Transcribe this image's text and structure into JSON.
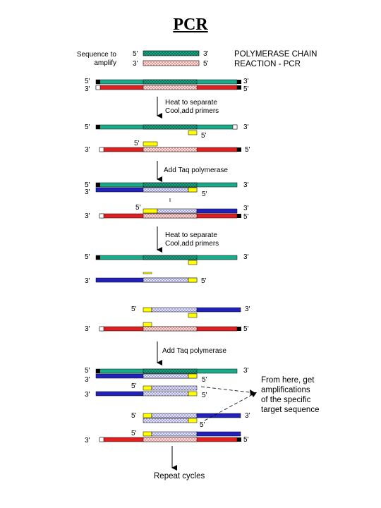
{
  "title": "PCR",
  "header": {
    "sequence_label_1": "Sequence to",
    "sequence_label_2": "amplify",
    "diagram_title_1": "POLYMERASE CHAIN",
    "diagram_title_2": "REACTION - PCR"
  },
  "ends": {
    "five": "5'",
    "three": "3'"
  },
  "steps": {
    "heat_1": "Heat to separate",
    "cool_1": "Cool,add primers",
    "taq_1": "Add Taq polymerase",
    "heat_2": "Heat to separate",
    "cool_2": "Cool,add primers",
    "taq_2": "Add Taq polymerase",
    "repeat": "Repeat cycles"
  },
  "annotation": {
    "line_1": "From here, get",
    "line_2": "amplifications",
    "line_3": "of the specific",
    "line_4": "target sequence"
  },
  "colors": {
    "template_top": "#1aab8a",
    "template_bottom": "#e02020",
    "new_strand": "#2222bb",
    "primer": "#ffff00",
    "end_cap_black": "#000000",
    "end_cap_white": "#ffffff"
  },
  "strand_rows": [
    {
      "id": "orig-top",
      "color": "template_top",
      "left_end": "5'",
      "right_end": "3'"
    },
    {
      "id": "orig-bottom",
      "color": "template_bottom",
      "left_end": "3'",
      "right_end": "5'"
    },
    {
      "id": "sep-top",
      "color": "template_top",
      "left_end": "5'",
      "right_end": "3'"
    },
    {
      "id": "sep-bottom",
      "color": "template_bottom",
      "left_end": "3'",
      "right_end": "5'"
    },
    {
      "id": "ext-top-template",
      "color": "template_top",
      "left_end": "5'",
      "right_end": "3'"
    },
    {
      "id": "ext-top-new",
      "color": "new_strand",
      "left_end": "3'",
      "right_end": "5'"
    },
    {
      "id": "ext-bottom-new",
      "color": "new_strand",
      "left_end": "5'",
      "right_end": "3'"
    },
    {
      "id": "ext-bottom-template",
      "color": "template_bottom",
      "left_end": "3'",
      "right_end": "5'"
    },
    {
      "id": "c2-green",
      "color": "template_top",
      "left_end": "5'",
      "right_end": "3'"
    },
    {
      "id": "c2-blue-a",
      "color": "new_strand",
      "left_end": "3'",
      "right_end": "5'"
    },
    {
      "id": "c2-blue-b",
      "color": "new_strand",
      "left_end": "5'",
      "right_end": "3'"
    },
    {
      "id": "c2-red",
      "color": "template_bottom",
      "left_end": "3'",
      "right_end": "5'"
    },
    {
      "id": "f-green",
      "color": "template_top",
      "left_end": "5'",
      "right_end": "3'"
    },
    {
      "id": "f-blue-1",
      "color": "new_strand",
      "left_end": "3'",
      "right_end": "5'"
    },
    {
      "id": "f-blue-2",
      "color": "new_strand",
      "left_end": "5'",
      "right_end": "3'"
    },
    {
      "id": "f-blue-3",
      "color": "new_strand",
      "left_end": "5'",
      "right_end": "3'"
    },
    {
      "id": "f-red",
      "color": "template_bottom",
      "left_end": "3'",
      "right_end": "5'"
    }
  ]
}
